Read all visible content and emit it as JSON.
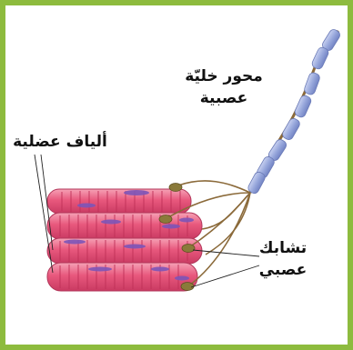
{
  "labels": {
    "axon_line1": "محور خليّة",
    "axon_line2": "عصبية",
    "muscle_fibers": "ألياف عضلية",
    "junction_line1": "تشابك",
    "junction_line2": "عصبي"
  },
  "colors": {
    "frame": "#8dbb3e",
    "muscle_fill": "#e8587d",
    "striation": "#c03158",
    "nucleus": "#7d55b8",
    "nerve_segment": "#98a8dc",
    "nerve_line": "#8b6a3a",
    "leader_line": "#222222"
  }
}
